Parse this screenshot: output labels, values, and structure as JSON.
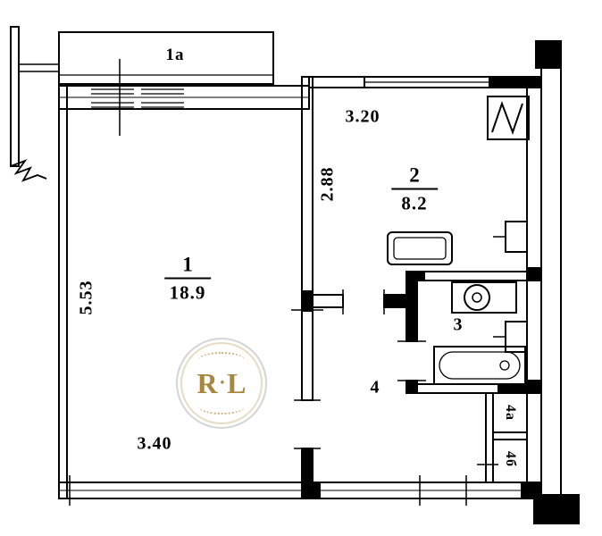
{
  "plan": {
    "balcony": {
      "label": "1а"
    },
    "room1": {
      "number": "1",
      "area": "18.9",
      "dim_bottom": "3.40",
      "dim_left": "5.53"
    },
    "room2": {
      "number": "2",
      "area": "8.2",
      "dim_top": "3.20",
      "dim_left": "2.88"
    },
    "room3": {
      "number": "3"
    },
    "room4": {
      "number": "4"
    },
    "closets": {
      "a": "4а",
      "b": "4б"
    }
  },
  "watermark": {
    "letter1": "R",
    "dot": "•",
    "letter2": "L"
  },
  "colors": {
    "line": "#000000",
    "paper": "#ffffff",
    "watermark_gold": "#a8863d",
    "watermark_ring": "#d5d5d5"
  }
}
